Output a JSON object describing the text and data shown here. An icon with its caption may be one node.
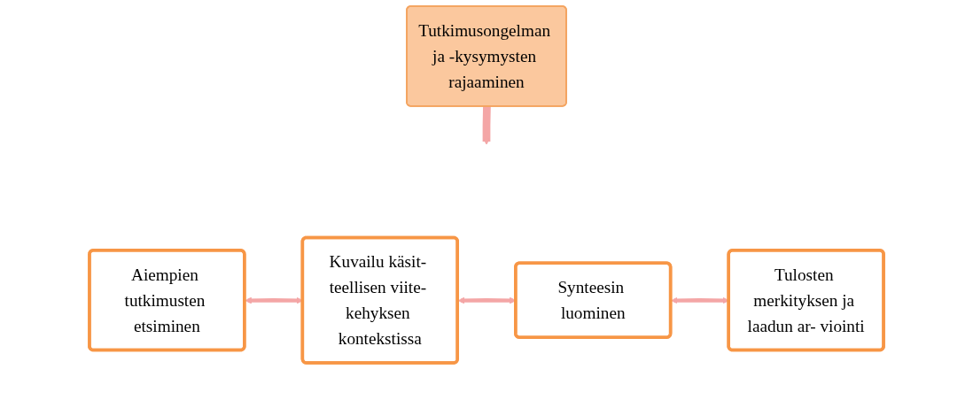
{
  "diagram": {
    "nodes": [
      {
        "text": [
          "Tutkimusongelman ja -kysymysten rajaaminen"
        ]
      },
      {
        "text": [
          "Aiempien tutkimusten etsiminen"
        ]
      },
      {
        "text": [
          "Kuvailu käsit- teellisen viite- kehyksen kontekstissa"
        ]
      },
      {
        "text": [
          "Synteesin luominen"
        ]
      },
      {
        "text": [
          "Tulosten merkityksen ja laadun ar- viointi"
        ]
      }
    ],
    "edges": [
      {
        "from": 0,
        "to": null,
        "arrow": "to",
        "style": "thick",
        "color": "#f4a6a6"
      },
      {
        "from": 1,
        "to": 2,
        "arrow": "both",
        "color": "#f4a6a6"
      },
      {
        "from": 2,
        "to": 3,
        "arrow": "both",
        "color": "#f4a6a6"
      },
      {
        "from": 3,
        "to": 4,
        "arrow": "both",
        "color": "#f4a6a6"
      }
    ]
  }
}
